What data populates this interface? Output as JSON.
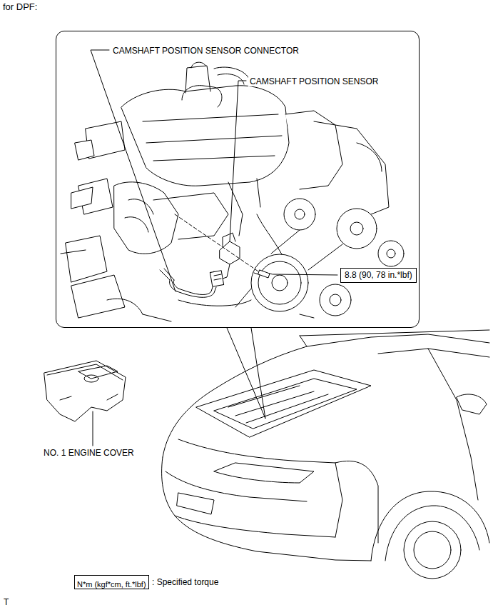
{
  "diagram": {
    "title": "for DPF:",
    "nodes": [
      {
        "text": [
          "CAMSHAFT POSITION SENSOR CONNECTOR",
          "CAMSHAFT POSITION SENSOR"
        ]
      },
      {
        "text": [
          "8.8 (90, 78 in.*lbf)"
        ],
        "in": 0
      },
      {
        "text": [
          "N*m (kgf*cm, ft.*lbf)"
        ]
      }
    ],
    "labels": [
      "NO. 1 ENGINE COVER",
      ": Specified torque",
      "T"
    ]
  }
}
